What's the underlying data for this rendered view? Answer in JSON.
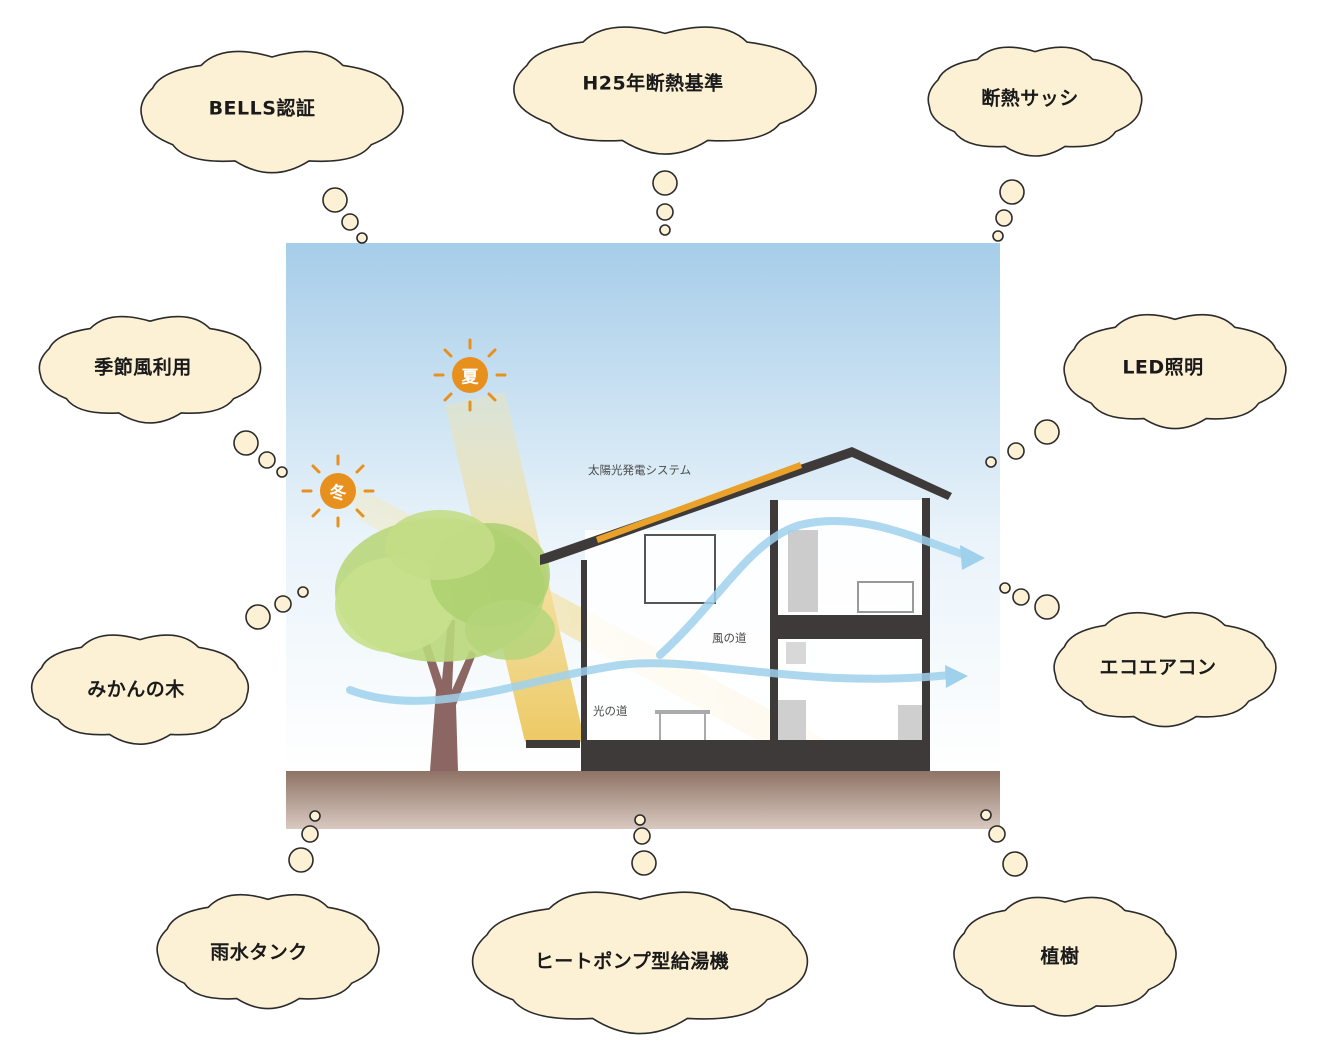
{
  "features": {
    "bells": "BELLS認証",
    "h25": "H25年断熱基準",
    "sash": "断熱サッシ",
    "seasonal_wind": "季節風利用",
    "led": "LED照明",
    "mikan": "みかんの木",
    "eco_aircon": "エコエアコン",
    "rain_tank": "雨水タンク",
    "heat_pump": "ヒートポンプ型給湯機",
    "trees": "植樹"
  },
  "scene": {
    "summer_sun": "夏",
    "winter_sun": "冬",
    "solar_system": "太陽光発電システム",
    "wind_path": "風の道",
    "light_path": "光の道"
  },
  "colors": {
    "cloud_fill": "#FCF0D5",
    "cloud_stroke": "#2b2b2b",
    "sun": "#E8901E",
    "sky_top": "#A6CDE9",
    "ground": "#8E7365",
    "house_dark": "#3D3A39",
    "solar_panel": "#E9A12A",
    "wind_arrow": "#9FD1EC",
    "tree_leaf": "#B9D77B",
    "trunk": "#8C6662"
  }
}
